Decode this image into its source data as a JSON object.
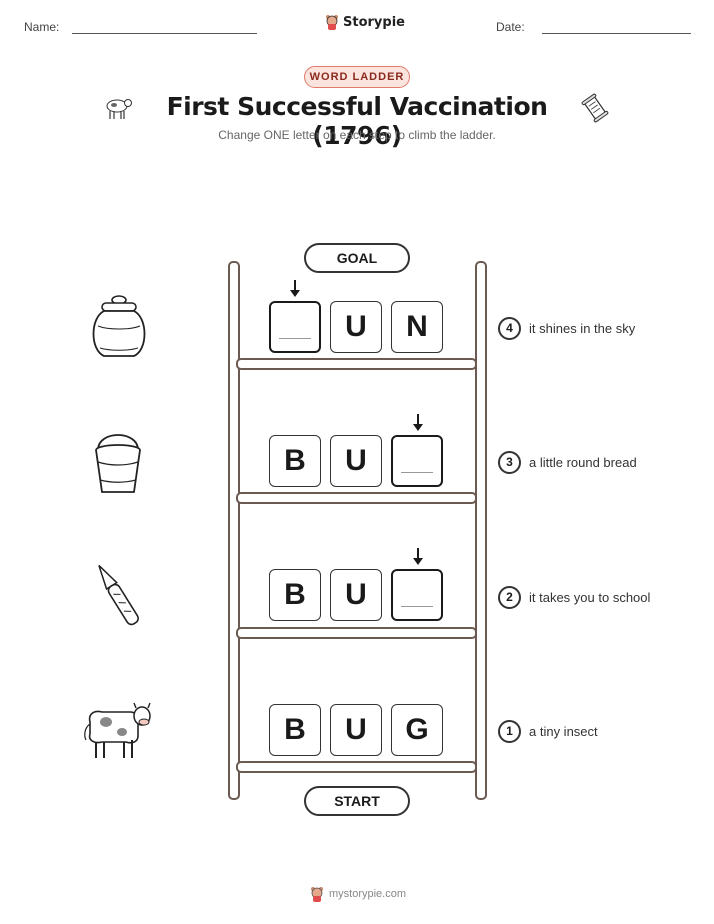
{
  "header": {
    "name_label": "Name:",
    "date_label": "Date:",
    "brand": "Storypie"
  },
  "tag": "WORD LADDER",
  "title": "First Successful Vaccination (1796)",
  "subtitle": "Change ONE letter on each step to climb the ladder.",
  "goal_label": "GOAL",
  "start_label": "START",
  "steps": [
    {
      "number": "4",
      "clue": "it shines in the sky",
      "letters": [
        "",
        "U",
        "N"
      ],
      "icon": "jar-icon"
    },
    {
      "number": "3",
      "clue": "a little round bread",
      "letters": [
        "B",
        "U",
        ""
      ],
      "icon": "bucket-icon"
    },
    {
      "number": "2",
      "clue": "it takes you to school",
      "letters": [
        "B",
        "U",
        ""
      ],
      "icon": "lancet-icon"
    },
    {
      "number": "1",
      "clue": "a tiny insect",
      "letters": [
        "B",
        "U",
        "G"
      ],
      "icon": "cow-icon"
    }
  ],
  "footer": {
    "url": "mystorypie.com"
  },
  "colors": {
    "pill_border": "#e07a6a",
    "pill_fill": "#fbe3de",
    "ladder": "#6b5a52"
  }
}
